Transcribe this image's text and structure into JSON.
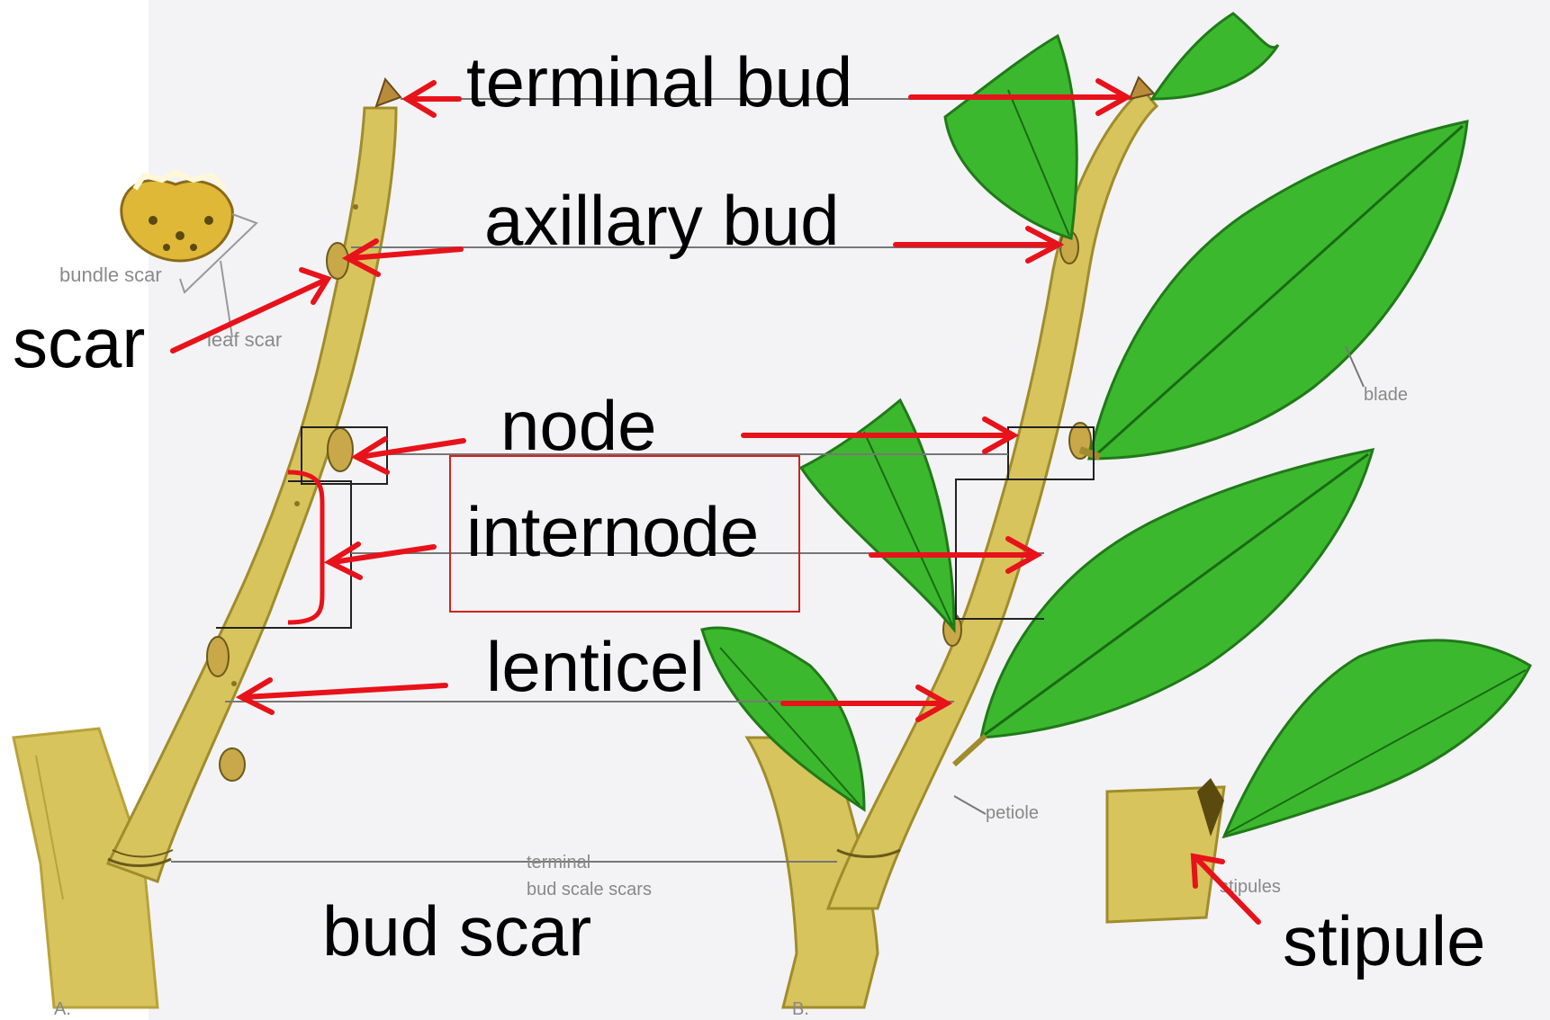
{
  "labels": {
    "terminal_bud": "terminal bud",
    "axillary_bud": "axillary bud",
    "scar": "scar",
    "node": "node",
    "internode": "internode",
    "lenticel": "lenticel",
    "bud_scar": "bud scar",
    "stipule": "stipule"
  },
  "underlying_labels": {
    "terminal_bud": "terminal bud",
    "axillary_bud": "axillary bud",
    "bundle_scar": "bundle scar",
    "leaf_scar": "leaf scar",
    "node": "node",
    "internode": "internode",
    "lenticel": "lenticel",
    "terminal_bud_scale_scars_1": "terminal",
    "terminal_bud_scale_scars_2": "bud scale scars",
    "blade": "blade",
    "petiole": "petiole",
    "stipules": "stipules",
    "panel_a": "A.",
    "panel_b": "B."
  },
  "colors": {
    "arrow": "#e8121a",
    "highlight_box": "#d42020",
    "stem": "#d8c45c",
    "stem_dark": "#b9a23a",
    "leaf": "#3cb82e",
    "leaf_dark": "#207a18",
    "background": "#f4f4f6"
  }
}
